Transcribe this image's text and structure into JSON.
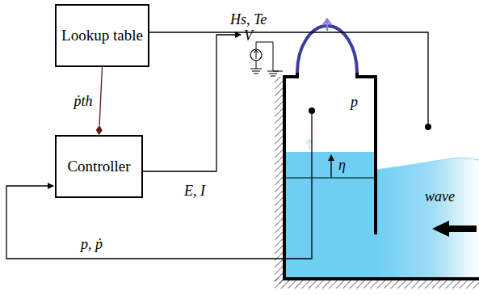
{
  "diagram": {
    "nodes": [
      {
        "text": [
          "Lookup table"
        ]
      },
      {
        "text": [
          "Controller"
        ]
      }
    ],
    "edges": [
      {
        "from": 0,
        "to": 1,
        "arrow": "to",
        "label": "ṗth"
      }
    ],
    "labels": [
      "Hs, Te",
      "V",
      "p",
      "η",
      "E, I",
      "p, ṗ",
      "wave"
    ]
  }
}
